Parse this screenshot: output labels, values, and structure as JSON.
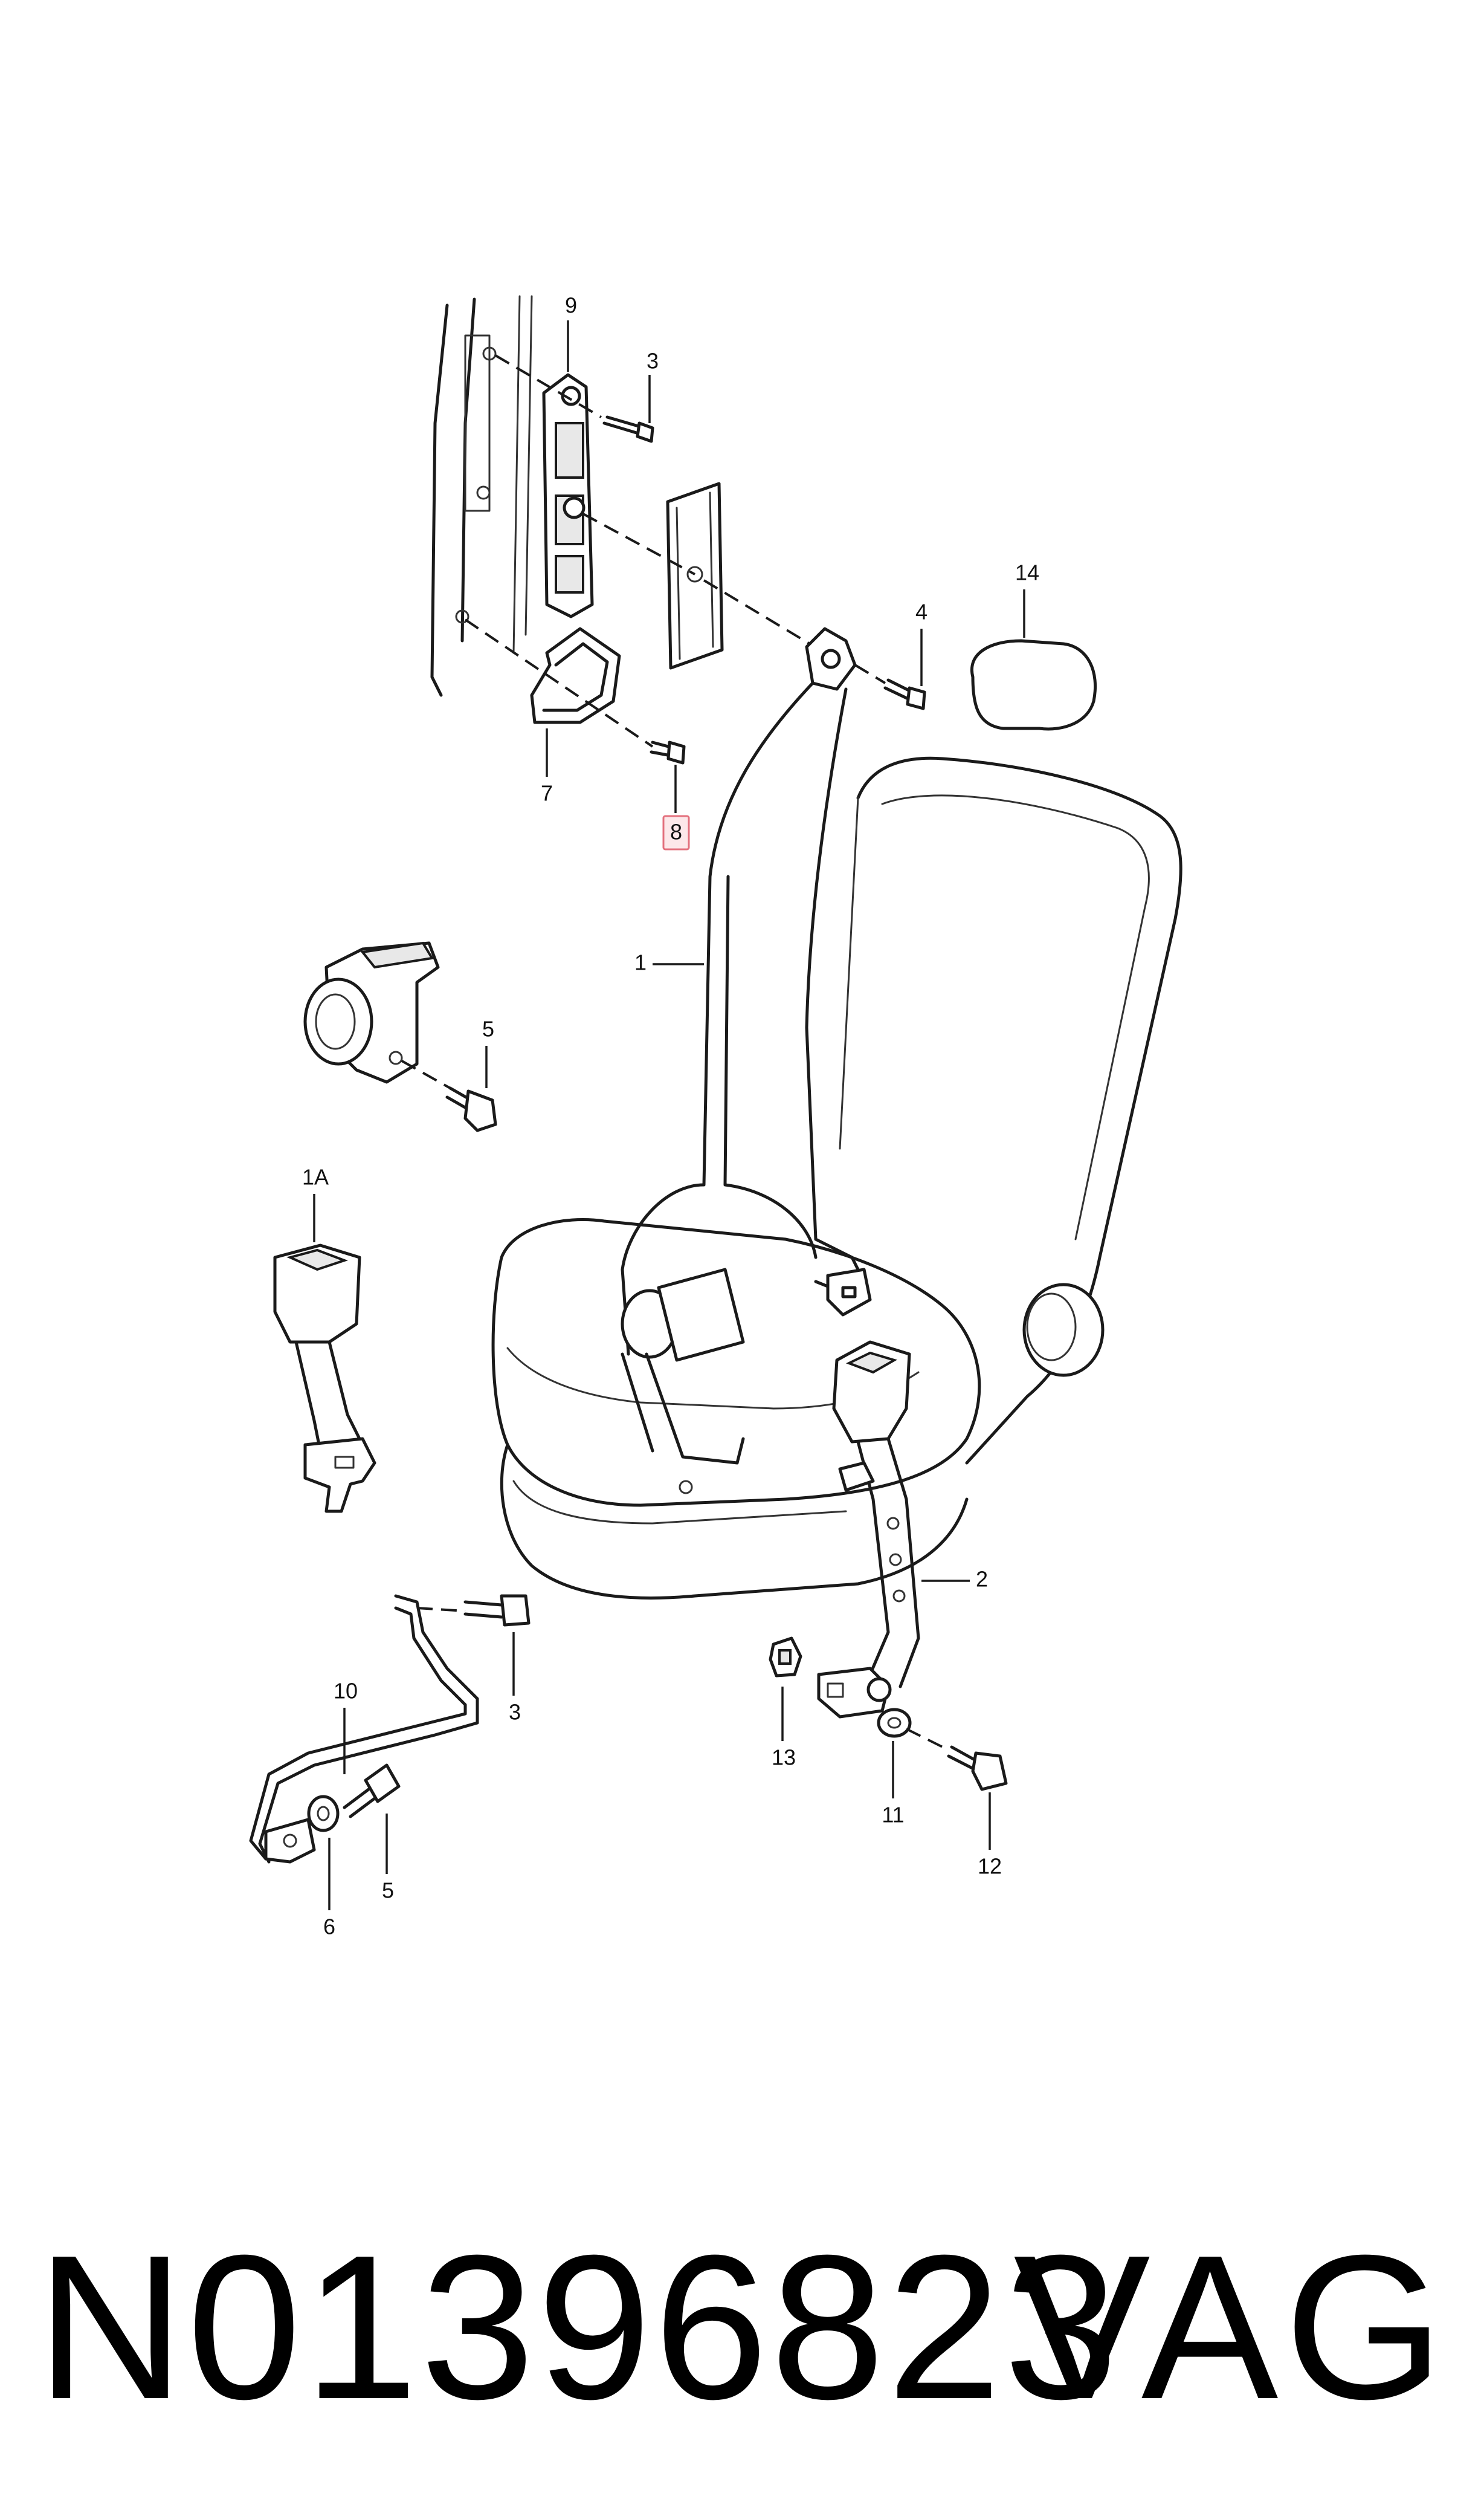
{
  "callouts": {
    "c1": "1",
    "c1a": "1A",
    "c2": "2",
    "c3a": "3",
    "c3b": "3",
    "c4": "4",
    "c5a": "5",
    "c5b": "5",
    "c6": "6",
    "c7": "7",
    "c8": "8",
    "c9": "9",
    "c10": "10",
    "c11": "11",
    "c12": "12",
    "c13": "13",
    "c14": "14"
  },
  "footer": {
    "part_number": "N01396823",
    "brand": "VAG"
  },
  "colors": {
    "highlight_fill": "#fde8ea",
    "highlight_stroke": "#e3707d"
  }
}
